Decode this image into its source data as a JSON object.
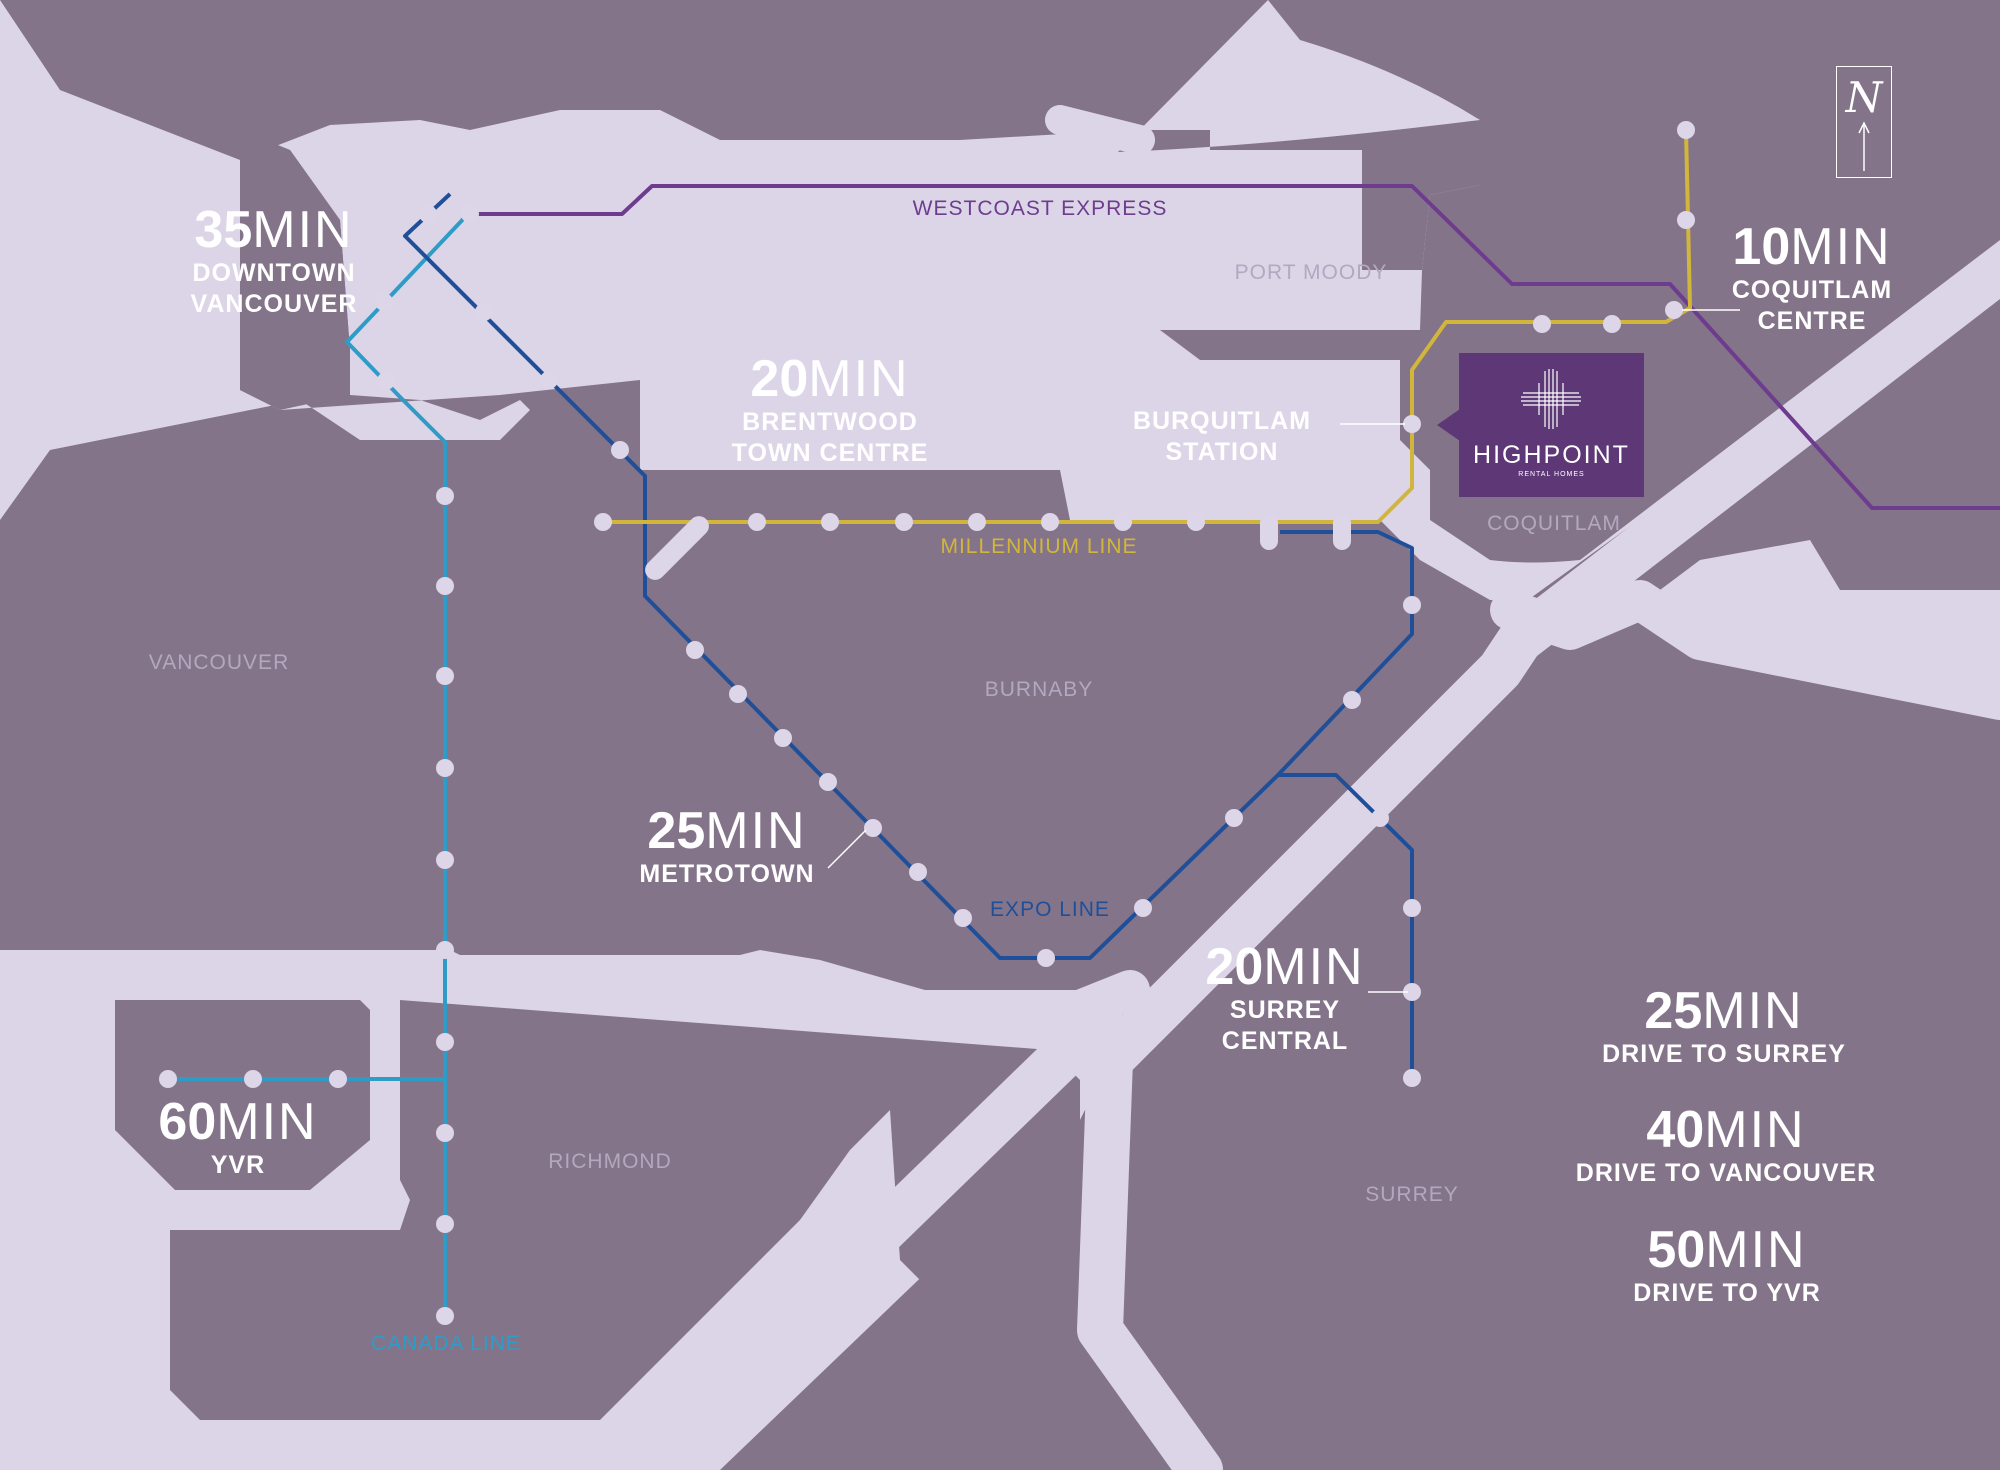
{
  "map": {
    "colors": {
      "water": "#dcd5e8",
      "land": "#84748a",
      "westcoast_express": "#6d3c8e",
      "expo_line": "#1f4f98",
      "canada_line": "#2e9cc7",
      "millennium_line": "#d2b63b",
      "station": "#ddd5e8",
      "logo_background": "#5e3876"
    },
    "compass_icon": "north-arrow-icon",
    "compass_letter": "N"
  },
  "regions": {
    "port_moody": "PORT MOODY",
    "coquitlam": "COQUITLAM",
    "vancouver": "VANCOUVER",
    "burnaby": "BURNABY",
    "richmond": "RICHMOND",
    "surrey": "SURREY"
  },
  "lines": {
    "westcoast_express": "WESTCOAST EXPRESS",
    "millennium_line": "MILLENNIUM LINE",
    "expo_line": "EXPO LINE",
    "canada_line": "CANADA LINE"
  },
  "logo": {
    "icon": "highpoint-logo-icon",
    "brand": "HIGHPOINT",
    "tagline": "RENTAL HOMES"
  },
  "transit_times": {
    "downtown": {
      "number": "35",
      "unit": "MIN",
      "place_line1": "DOWNTOWN",
      "place_line2": "VANCOUVER"
    },
    "brentwood": {
      "number": "20",
      "unit": "MIN",
      "place_line1": "BRENTWOOD",
      "place_line2": "TOWN CENTRE"
    },
    "burquitlam": {
      "place_line1": "BURQUITLAM",
      "place_line2": "STATION"
    },
    "coquitlam_centre": {
      "number": "10",
      "unit": "MIN",
      "place_line1": "COQUITLAM",
      "place_line2": "CENTRE"
    },
    "metrotown": {
      "number": "25",
      "unit": "MIN",
      "place_line1": "METROTOWN"
    },
    "surrey_central": {
      "number": "20",
      "unit": "MIN",
      "place_line1": "SURREY",
      "place_line2": "CENTRAL"
    },
    "yvr": {
      "number": "60",
      "unit": "MIN",
      "place_line1": "YVR"
    }
  },
  "drive_times": [
    {
      "number": "25",
      "unit": "MIN",
      "label": "DRIVE TO SURREY"
    },
    {
      "number": "40",
      "unit": "MIN",
      "label": "DRIVE TO VANCOUVER"
    },
    {
      "number": "50",
      "unit": "MIN",
      "label": "DRIVE TO YVR"
    }
  ]
}
